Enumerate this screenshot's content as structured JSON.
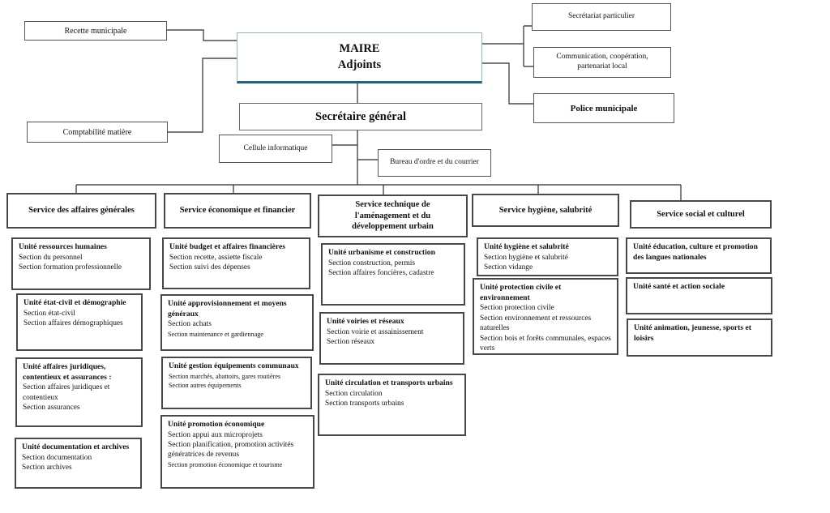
{
  "colors": {
    "accent_teal": "#2e5f6e",
    "line": "#4a4a4a",
    "border": "#484848"
  },
  "top": {
    "recette": "Recette municipale",
    "maire": {
      "line1": "MAIRE",
      "line2": "Adjoints"
    },
    "secretariat": "Secrétariat particulier",
    "communication": "Communication, coopération, partenariat local",
    "police": "Police municipale",
    "comptabilite": "Comptabilité matière",
    "secretaire_general": "Secrétaire général",
    "cellule": "Cellule informatique",
    "bureau": "Bureau d'ordre et du courrier"
  },
  "services": [
    {
      "label": "Service des affaires générales"
    },
    {
      "label": "Service économique et financier"
    },
    {
      "lines": [
        "Service technique de",
        "l'aménagement et du",
        "développement urbain"
      ]
    },
    {
      "label": "Service hygiène, salubrité"
    },
    {
      "label": "Service social et culturel"
    }
  ],
  "units": {
    "col1": [
      {
        "title": "Unité ressources humaines",
        "sections": [
          "Section du personnel",
          "Section formation professionnelle"
        ]
      },
      {
        "title": "Unité état-civil et démographie",
        "sections": [
          "Section état-civil",
          "Section affaires démographiques"
        ]
      },
      {
        "title": "Unité affaires juridiques, contentieux et assurances :",
        "sections": [
          "Section affaires juridiques et contentieux",
          "Section assurances"
        ]
      },
      {
        "title": "Unité documentation et archives",
        "sections": [
          "Section documentation",
          "Section archives"
        ]
      }
    ],
    "col2": [
      {
        "title": "Unité budget et affaires financières",
        "sections": [
          "Section recette, assiette fiscale",
          "Section suivi des dépenses"
        ]
      },
      {
        "title": "Unité approvisionnement et moyens généraux",
        "sections": [
          "Section achats",
          "Section maintenance et gardiennage"
        ]
      },
      {
        "title": "Unité gestion équipements communaux",
        "sections": [
          "Section marchés, abattoirs, gares routières",
          "Section autres équipements"
        ]
      },
      {
        "title": "Unité promotion économique",
        "sections": [
          "Section appui aux microprojets",
          "Section planification, promotion activités génératrices de revenus",
          "Section promotion économique et tourisme"
        ]
      }
    ],
    "col3": [
      {
        "title": "Unité urbanisme et construction",
        "sections": [
          "Section construction, permis",
          "Section affaires foncières, cadastre"
        ]
      },
      {
        "title": "Unité voiries et réseaux",
        "sections": [
          "Section voirie et assainissement",
          "Section réseaux"
        ]
      },
      {
        "title": "Unité circulation et transports urbains",
        "sections": [
          "Section circulation",
          "Section transports urbains"
        ]
      }
    ],
    "col4": [
      {
        "title": "Unité hygiène et salubrité",
        "sections": [
          "Section hygiène et salubrité",
          "Section vidange"
        ]
      },
      {
        "title": "Unité protection civile et environnement",
        "sections": [
          "Section protection civile",
          "Section environnement et ressources naturelles",
          "Section bois et forêts communales, espaces verts"
        ]
      }
    ],
    "col5": [
      {
        "title": "Unité éducation, culture et promotion des langues nationales"
      },
      {
        "title": "Unité santé et action sociale"
      },
      {
        "title": "Unité animation, jeunesse, sports et loisirs"
      }
    ]
  }
}
